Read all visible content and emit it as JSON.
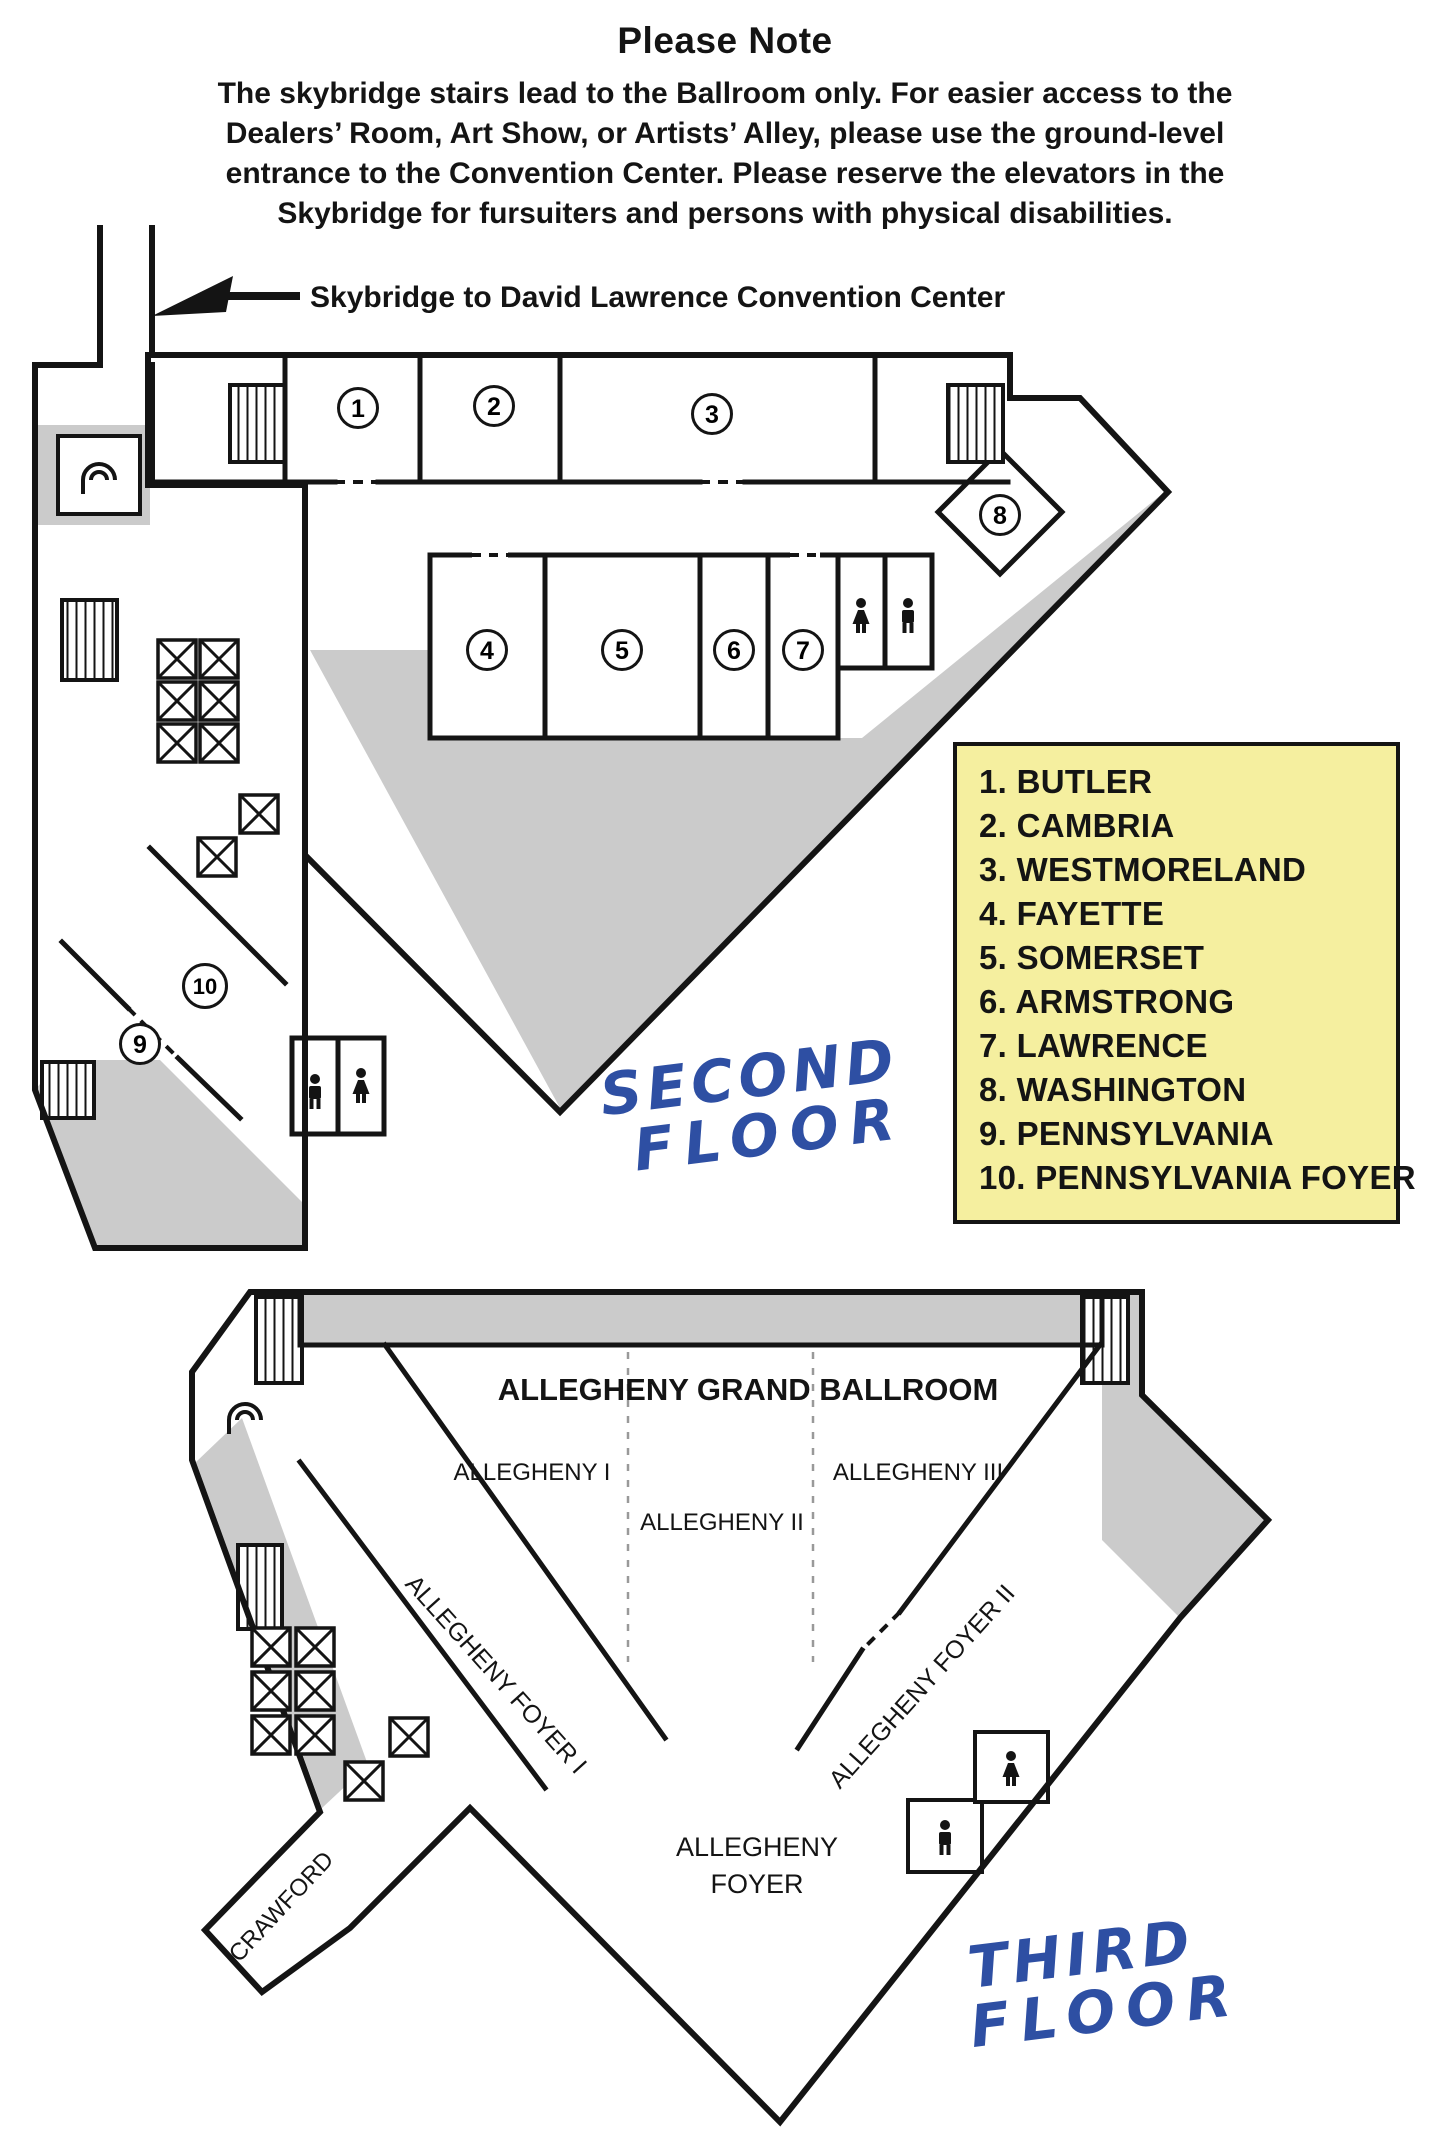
{
  "note": {
    "title": "Please Note",
    "body": "The skybridge stairs lead to the Ballroom only. For easier access to the Dealers’ Room, Art Show, or Artists’ Alley, please use the ground-level entrance to the Convention Center. Please reserve the elevators in the Skybridge for fursuiters and persons with physical disabilities."
  },
  "skybridge_label": "Skybridge to David Lawrence Convention Center",
  "second_floor": {
    "title_line1": "SECOND",
    "title_line2": "FLOOR",
    "room_numbers": [
      "1",
      "2",
      "3",
      "4",
      "5",
      "6",
      "7",
      "8",
      "9",
      "10"
    ]
  },
  "legend": {
    "items": [
      "1. BUTLER",
      "2. CAMBRIA",
      "3. WESTMORELAND",
      "4. FAYETTE",
      "5. SOMERSET",
      "6. ARMSTRONG",
      "7. LAWRENCE",
      "8. WASHINGTON",
      "9. PENNSYLVANIA",
      "10. PENNSYLVANIA FOYER"
    ]
  },
  "third_floor": {
    "title_line1": "THIRD",
    "title_line2": "FLOOR",
    "labels": {
      "grand_ballroom": "ALLEGHENY GRAND BALLROOM",
      "allegheny_1": "ALLEGHENY I",
      "allegheny_2": "ALLEGHENY II",
      "allegheny_3": "ALLEGHENY III",
      "foyer_1": "ALLEGHENY FOYER I",
      "foyer_2": "ALLEGHENY FOYER II",
      "crawford": "CRAWFORD",
      "foyer_line1": "ALLEGHENY",
      "foyer_line2": "FOYER"
    }
  },
  "icons": {
    "escalator": "escalator-icon",
    "elevator": "elevator-x-icon",
    "stairs": "stairs-hatch-icon",
    "restroom_man": "man-icon",
    "restroom_woman": "woman-icon",
    "skybridge_arrow": "arrow-left-icon"
  },
  "colors": {
    "accent_blue": "#2e4fa3",
    "legend_bg": "#f5ef9f",
    "corridor_gray": "#cbcbcb",
    "wall": "#141414"
  }
}
